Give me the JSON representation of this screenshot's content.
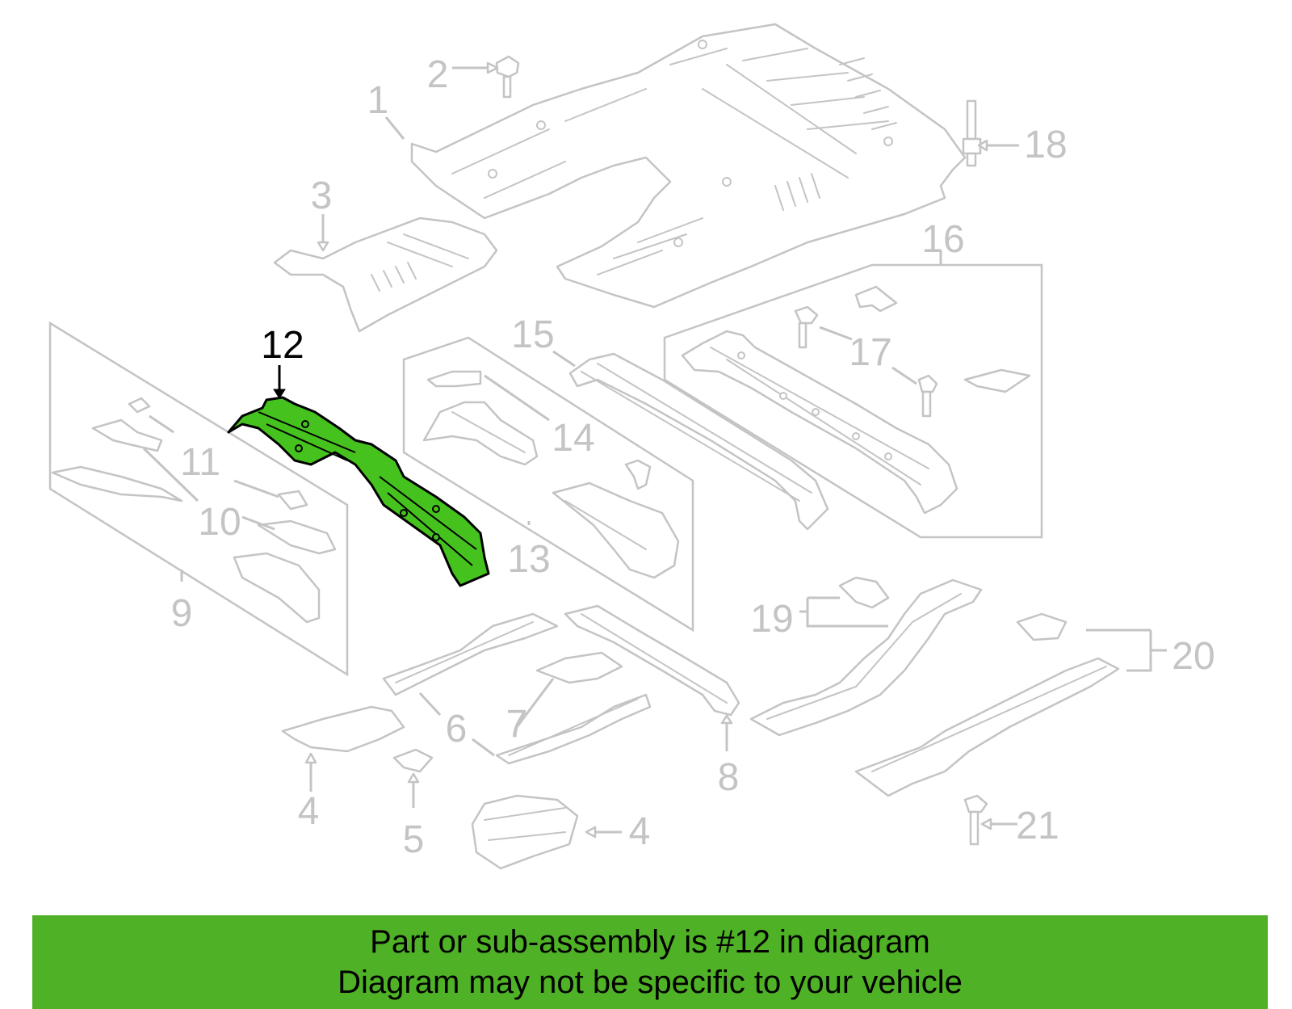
{
  "diagram": {
    "callouts": {
      "c1": "1",
      "c2": "2",
      "c3": "3",
      "c4a": "4",
      "c4b": "4",
      "c5": "5",
      "c6": "6",
      "c7": "7",
      "c8": "8",
      "c9": "9",
      "c10": "10",
      "c11": "11",
      "c12": "12",
      "c13": "13",
      "c14": "14",
      "c15": "15",
      "c16": "16",
      "c17": "17",
      "c18": "18",
      "c19": "19",
      "c20": "20",
      "c21": "21"
    },
    "colors": {
      "line_gray": "#c4c4c4",
      "highlight_green": "#46c21f",
      "highlight_outline": "#000000",
      "banner_green": "#4fb125"
    }
  },
  "banner": {
    "line1": "Part or sub-assembly is #12 in diagram",
    "line2": "Diagram may not be specific to your vehicle"
  }
}
